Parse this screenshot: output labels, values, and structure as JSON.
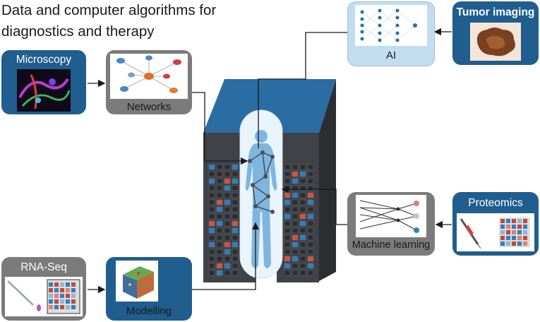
{
  "title": {
    "line1": "Data and computer algorithms for",
    "line2": "diagnostics and therapy"
  },
  "boxes": {
    "microscopy": "Microscopy",
    "networks": "Networks",
    "ai": "AI",
    "tumor_imaging": "Tumor imaging",
    "proteomics": "Proteomics",
    "machine_learning": "Machine learning",
    "rna_seq": "RNA-Seq",
    "modelling": "Modelling"
  },
  "colors": {
    "box_blue": "#1f5e8e",
    "box_grey": "#7b7b7b",
    "box_light_blue": "#c3ddf0",
    "server_dark": "#3f4247",
    "server_top": "#2a6da3",
    "body_silhouette": "#7fb6e0",
    "led_blue": "#2f7fc1",
    "led_red": "#d5533f"
  }
}
